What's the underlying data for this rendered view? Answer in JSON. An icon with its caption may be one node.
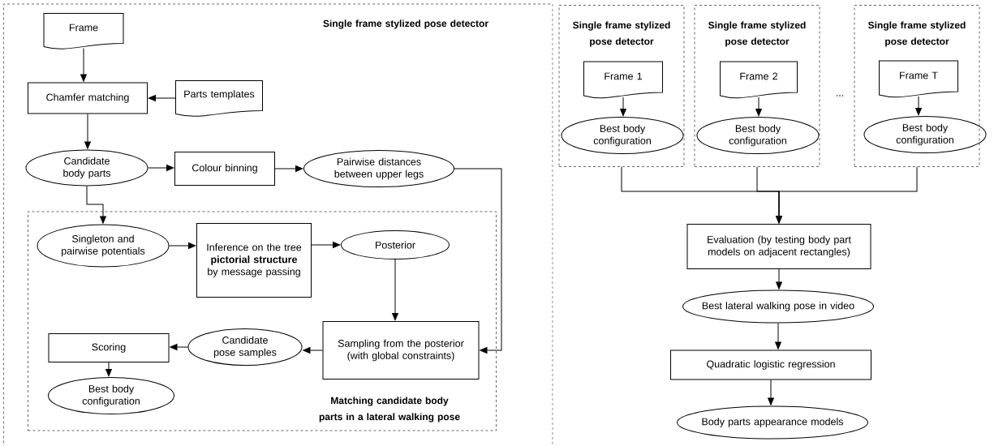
{
  "diagram": {
    "nodes": [
      {
        "text": [
          "Single frame stylized pose detector"
        ]
      },
      {
        "text": [
          "Frame"
        ],
        "in": 0
      },
      {
        "text": [
          "Chamfer matching"
        ],
        "in": 0
      },
      {
        "text": [
          "Parts templates"
        ],
        "in": 0
      },
      {
        "text": [
          "Candidate body parts"
        ],
        "in": 0
      },
      {
        "text": [
          "Colour binning"
        ],
        "in": 0
      },
      {
        "text": [
          "Pairwise distances between upper legs"
        ],
        "in": 0
      },
      {
        "text": [
          "Matching candidate body parts in a lateral walking pose"
        ],
        "in": 0
      },
      {
        "text": [
          "Singleton and pairwise potentials"
        ],
        "in": 7
      },
      {
        "text": [
          "Inference on the tree **pictorial structure** by message passing"
        ],
        "in": 7
      },
      {
        "text": [
          "Posterior"
        ],
        "in": 7
      },
      {
        "text": [
          "Sampling from the posterior (with global constraints)"
        ],
        "in": 7
      },
      {
        "text": [
          "Candidate pose samples"
        ],
        "in": 7
      },
      {
        "text": [
          "Scoring"
        ],
        "in": 7
      },
      {
        "text": [
          "Best body configuration"
        ],
        "in": 7
      },
      {
        "text": [
          "Single frame stylized pose detector"
        ]
      },
      {
        "text": [
          "Frame 1"
        ],
        "in": 15
      },
      {
        "text": [
          "Best body configuration"
        ],
        "in": 15
      },
      {
        "text": [
          "Single frame stylized pose detector"
        ]
      },
      {
        "text": [
          "Frame 2"
        ],
        "in": 18
      },
      {
        "text": [
          "Best body configuration"
        ],
        "in": 18
      },
      {
        "text": [
          "Single frame stylized pose detector"
        ]
      },
      {
        "text": [
          "Frame T"
        ],
        "in": 21
      },
      {
        "text": [
          "Best body configuration"
        ],
        "in": 21
      },
      {
        "text": [
          "Evaluation (by testing body part models on adjacent rectangles)"
        ]
      },
      {
        "text": [
          "Best lateral walking pose in video"
        ]
      },
      {
        "text": [
          "Quadratic logistic regression"
        ]
      },
      {
        "text": [
          "Body parts appearance models"
        ]
      }
    ],
    "edges": [
      {
        "from": 1,
        "to": 2,
        "arrow": "to"
      },
      {
        "from": 3,
        "to": 2,
        "arrow": "to"
      },
      {
        "from": 2,
        "to": 4,
        "arrow": "to"
      },
      {
        "from": 4,
        "to": 5,
        "arrow": "to"
      },
      {
        "from": 5,
        "to": 6,
        "arrow": "to"
      },
      {
        "from": 4,
        "to": 8,
        "arrow": "to"
      },
      {
        "from": 6,
        "to": 11,
        "arrow": "to"
      },
      {
        "from": 8,
        "to": 9,
        "arrow": "to"
      },
      {
        "from": 9,
        "to": 10,
        "arrow": "to"
      },
      {
        "from": 10,
        "to": 11,
        "arrow": "to"
      },
      {
        "from": 11,
        "to": 12,
        "arrow": "to"
      },
      {
        "from": 12,
        "to": 13,
        "arrow": "to"
      },
      {
        "from": 13,
        "to": 14,
        "arrow": "to"
      },
      {
        "from": 16,
        "to": 17,
        "arrow": "to"
      },
      {
        "from": 19,
        "to": 20,
        "arrow": "to"
      },
      {
        "from": 22,
        "to": 23,
        "arrow": "to"
      },
      {
        "from": 15,
        "to": 24,
        "arrow": "to"
      },
      {
        "from": 18,
        "to": 24,
        "arrow": "to"
      },
      {
        "from": 21,
        "to": 24,
        "arrow": "to"
      },
      {
        "from": 24,
        "to": 25,
        "arrow": "to"
      },
      {
        "from": 25,
        "to": 26,
        "arrow": "to"
      },
      {
        "from": 26,
        "to": 27,
        "arrow": "to"
      }
    ],
    "labels": [
      "..."
    ]
  }
}
